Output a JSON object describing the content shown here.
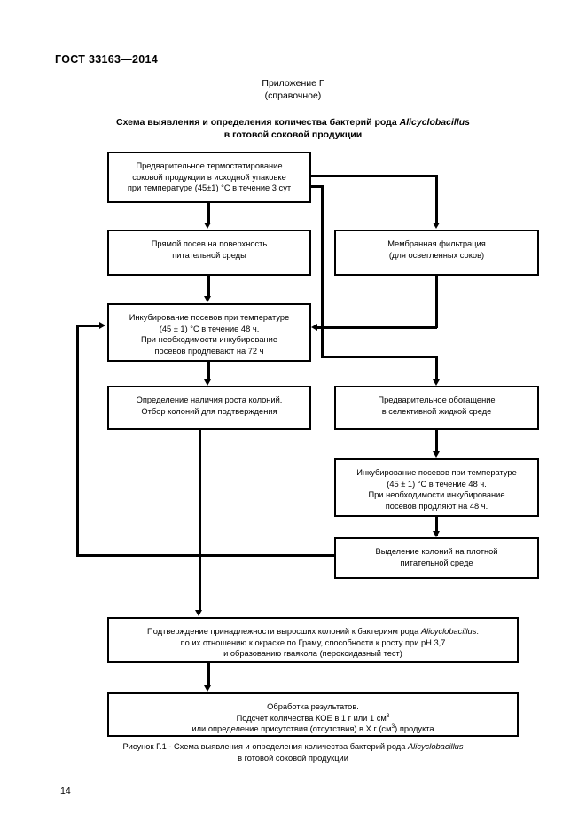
{
  "document": {
    "standard_header": "ГОСТ 33163—2014",
    "page_number": "14",
    "annex_label": "Приложение Г",
    "annex_kind": "(справочное)",
    "scheme_title_line1_pre": "Схема выявления и определения количества бактерий рода ",
    "scheme_title_line1_italic": "Alicyclobacillus",
    "scheme_title_line2": "в готовой соковой продукции",
    "caption_pre": "Рисунок Г.1 - Схема выявления и определения количества бактерий рода ",
    "caption_italic": "Alicyclobacillus",
    "caption_line2": "в готовой соковой продукции"
  },
  "chart_data": {
    "type": "diagram",
    "title": "Схема выявления и определения количества бактерий рода Alicyclobacillus в готовой соковой продукции",
    "nodes": [
      {
        "id": "thermostating",
        "lines": [
          "Предварительное термостатирование",
          "соковой продукции в исходной упаковке",
          "при температуре (45±1) °С в течение 3 сут"
        ]
      },
      {
        "id": "direct-seeding",
        "lines": [
          "Прямой посев на поверхность",
          "питательной среды"
        ]
      },
      {
        "id": "membrane-filtration",
        "lines": [
          "Мембранная фильтрация",
          "(для осветленных соков)"
        ]
      },
      {
        "id": "incubation-left",
        "lines": [
          "Инкубирование посевов при температуре",
          "(45 ± 1) °С в течение 48 ч.",
          "При необходимости инкубирование",
          "посевов продлевают на 72 ч"
        ]
      },
      {
        "id": "colony-growth",
        "lines": [
          "Определение наличия роста колоний.",
          "Отбор колоний для подтверждения"
        ]
      },
      {
        "id": "preliminary-enrichment",
        "lines": [
          "Предварительное обогащение",
          "в селективной жидкой среде"
        ]
      },
      {
        "id": "incubation-right",
        "lines": [
          "Инкубирование посевов при температуре",
          "(45 ± 1) °С в течение 48 ч.",
          "При необходимости инкубирование",
          "посевов продляют на 48 ч."
        ]
      },
      {
        "id": "colony-isolation",
        "lines": [
          "Выделение колоний на плотной",
          "питательной среде"
        ]
      },
      {
        "id": "confirmation",
        "lines": [
          "Подтверждение принадлежности выросших колоний к бактериям рода Alicyclobacillus:",
          "по их отношению к окраске по Граму, способности к росту при рН 3,7",
          "и образованию гваякола (пероксидазный тест)"
        ]
      },
      {
        "id": "results",
        "lines": [
          "Обработка результатов.",
          "Подсчет количества КОЕ в 1 г или 1 см3",
          "или определение присутствия (отсутствия) в Х г (см3) продукта"
        ]
      }
    ],
    "edges": [
      {
        "from": "thermostating",
        "to": "direct-seeding"
      },
      {
        "from": "thermostating",
        "to": "membrane-filtration"
      },
      {
        "from": "thermostating",
        "to": "preliminary-enrichment"
      },
      {
        "from": "direct-seeding",
        "to": "incubation-left"
      },
      {
        "from": "membrane-filtration",
        "to": "incubation-left"
      },
      {
        "from": "incubation-left",
        "to": "colony-growth"
      },
      {
        "from": "preliminary-enrichment",
        "to": "incubation-right"
      },
      {
        "from": "incubation-right",
        "to": "colony-isolation"
      },
      {
        "from": "colony-isolation",
        "to": "incubation-left"
      },
      {
        "from": "colony-growth",
        "to": "confirmation"
      },
      {
        "from": "confirmation",
        "to": "results"
      }
    ]
  },
  "boxes": {
    "thermostating": {
      "l1": "Предварительное термостатирование",
      "l2": "соковой продукции в исходной упаковке",
      "l3": "при температуре (45±1) °С в течение 3 сут"
    },
    "direct_seeding": {
      "l1": "Прямой посев на поверхность",
      "l2": "питательной среды"
    },
    "membrane_filtration": {
      "l1": "Мембранная фильтрация",
      "l2": "(для осветленных соков)"
    },
    "incubation_left": {
      "l1": "Инкубирование посевов при температуре",
      "l2": "(45 ± 1) °С в течение 48 ч.",
      "l3": "При необходимости инкубирование",
      "l4": "посевов продлевают на 72 ч"
    },
    "colony_growth": {
      "l1": "Определение наличия роста колоний.",
      "l2": "Отбор колоний для подтверждения"
    },
    "preliminary_enrichment": {
      "l1": "Предварительное обогащение",
      "l2": "в селективной жидкой среде"
    },
    "incubation_right": {
      "l1": "Инкубирование посевов при температуре",
      "l2": "(45 ± 1) °С в течение 48 ч.",
      "l3": "При необходимости инкубирование",
      "l4": "посевов продляют на 48 ч."
    },
    "colony_isolation": {
      "l1": "Выделение колоний на плотной",
      "l2": "питательной среде"
    },
    "confirmation": {
      "l1_pre": "Подтверждение принадлежности выросших колоний к бактериям рода ",
      "l1_italic": "Alicyclobacillus",
      "l1_post": ":",
      "l2": "по их отношению к окраске по Граму, способности к росту при рН 3,7",
      "l3": "и образованию гваякола (пероксидазный тест)"
    },
    "results": {
      "l1": "Обработка результатов.",
      "l2_pre": "Подсчет количества КОЕ в 1 г или 1 см",
      "l2_sup": "3",
      "l3_pre": "или определение присутствия (отсутствия) в Х г (см",
      "l3_sup": "3",
      "l3_post": ") продукта"
    }
  }
}
